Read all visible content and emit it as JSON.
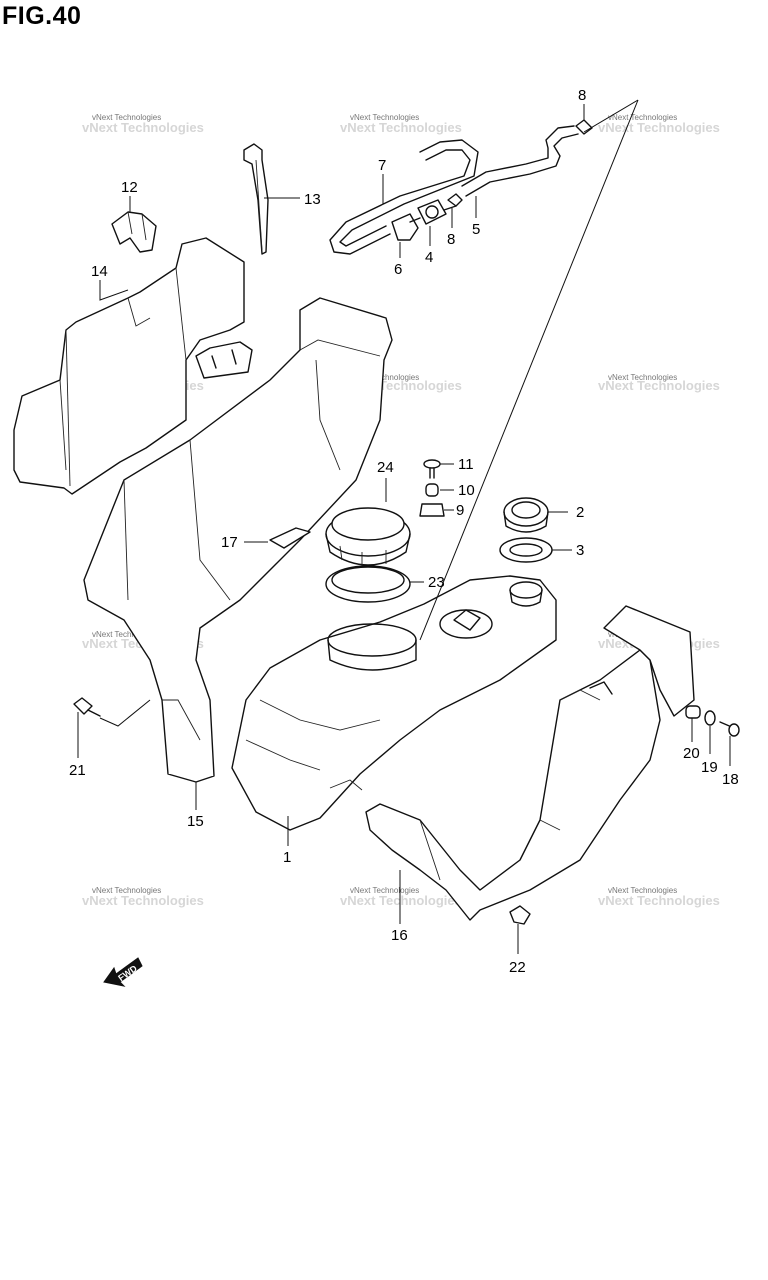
{
  "figure_title": "FIG.40",
  "watermark": "vNext Technologies",
  "fwd_label": "FWD",
  "callouts": [
    "1",
    "2",
    "3",
    "4",
    "5",
    "6",
    "7",
    "8",
    "9",
    "10",
    "11",
    "12",
    "13",
    "14",
    "15",
    "16",
    "17",
    "18",
    "19",
    "20",
    "21",
    "22",
    "23",
    "24"
  ]
}
